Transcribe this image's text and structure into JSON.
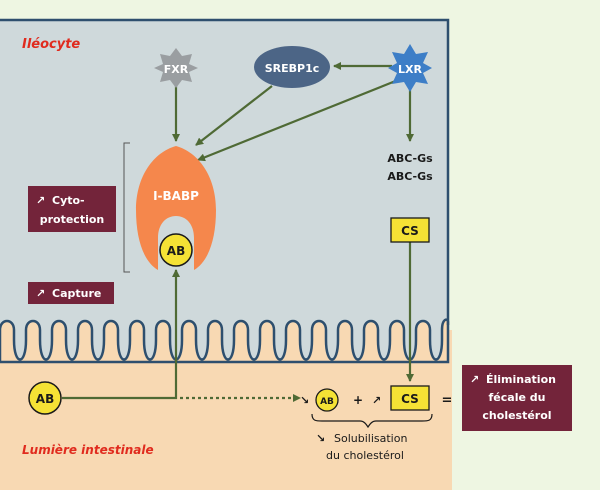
{
  "cell_label": "Iléocyte",
  "lumen_label": "Lumière intestinale",
  "nodes": {
    "fxr": "FXR",
    "srebp": "SREBP1c",
    "lxr": "LXR",
    "ibabp": "I-BABP",
    "ab": "AB",
    "abcg1": "ABC-Gs",
    "abcg2": "ABC-Gs",
    "cs": "CS"
  },
  "effects": {
    "cyto_line1": "Cyto-",
    "cyto_line2": "protection",
    "capture": "Capture",
    "elim_line1": "Élimination",
    "elim_line2": "fécale du",
    "elim_line3": "cholestérol"
  },
  "lumen": {
    "ab": "AB",
    "ab_small": "AB",
    "plus": "+",
    "cs": "CS",
    "equals": "=",
    "solub_line1": "Solubilisation",
    "solub_line2": "du cholestérol"
  },
  "colors": {
    "cell_bg": "#cfd9db",
    "lumen_bg": "#f8d9b3",
    "membrane": "#2e4f6e",
    "arrow": "#4f6a35",
    "maroon": "#73243a",
    "orange": "#f5874c",
    "yellow": "#f5e235",
    "red_label": "#e02b1e"
  }
}
